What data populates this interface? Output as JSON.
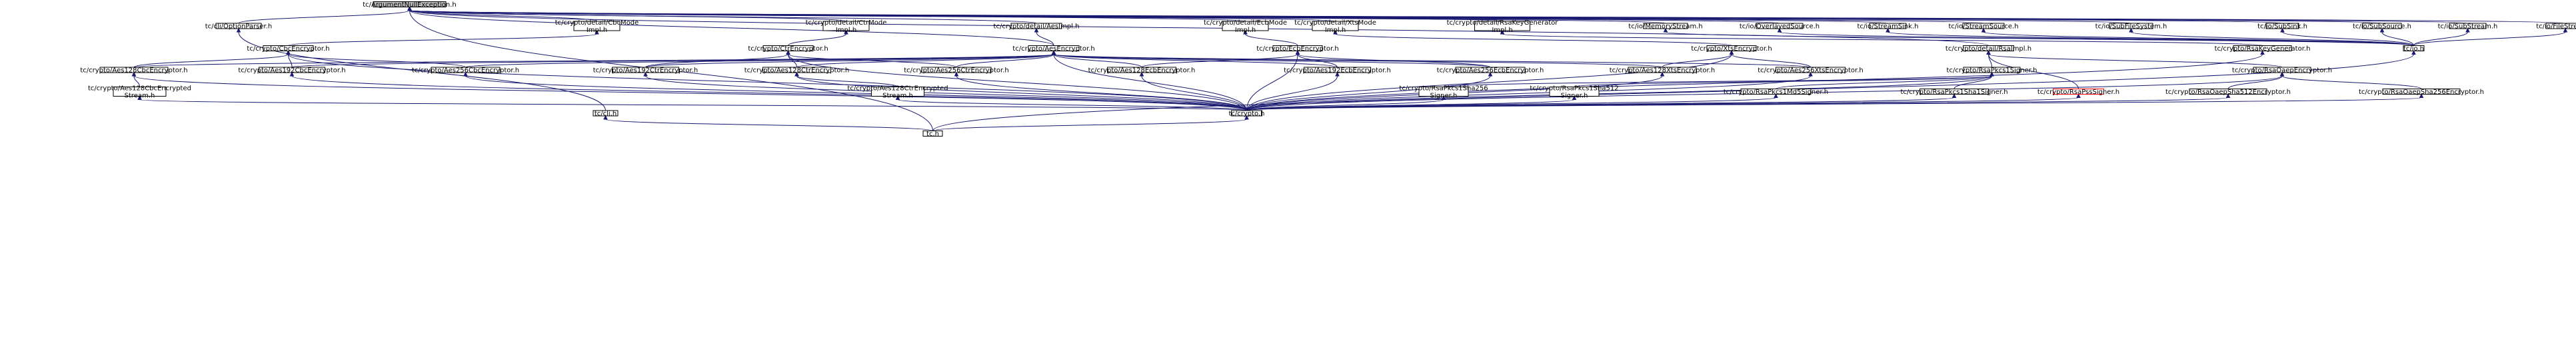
{
  "title": "tc/ArgumentNullException.h",
  "nodes": [
    {
      "id": "root",
      "lines": [
        "tc/ArgumentNullException.h"
      ],
      "root": true
    },
    {
      "id": "optionparser",
      "lines": [
        "tc/cli/OptionParser.h"
      ]
    },
    {
      "id": "cbcmode",
      "lines": [
        "tc/crypto/detail/CbcMode",
        "Impl.h"
      ]
    },
    {
      "id": "ctrmode",
      "lines": [
        "tc/crypto/detail/CtrMode",
        "Impl.h"
      ]
    },
    {
      "id": "aesimpl",
      "lines": [
        "tc/crypto/detail/AesImpl.h"
      ]
    },
    {
      "id": "ecbmode",
      "lines": [
        "tc/crypto/detail/EcbMode",
        "Impl.h"
      ]
    },
    {
      "id": "xtsmode",
      "lines": [
        "tc/crypto/detail/XtsMode",
        "Impl.h"
      ]
    },
    {
      "id": "rsakeygen",
      "lines": [
        "tc/crypto/detail/RsaKeyGenerator",
        "Impl.h"
      ]
    },
    {
      "id": "memstream",
      "lines": [
        "tc/io/MemoryStream.h"
      ]
    },
    {
      "id": "overlayed",
      "lines": [
        "tc/io/OverlayedSource.h"
      ]
    },
    {
      "id": "streamsink",
      "lines": [
        "tc/io/StreamSink.h"
      ]
    },
    {
      "id": "streamsource",
      "lines": [
        "tc/io/StreamSource.h"
      ]
    },
    {
      "id": "subfilesys",
      "lines": [
        "tc/io/SubFileSystem.h"
      ]
    },
    {
      "id": "subsink",
      "lines": [
        "tc/io/SubSink.h"
      ]
    },
    {
      "id": "subsource",
      "lines": [
        "tc/io/SubSource.h"
      ]
    },
    {
      "id": "substream",
      "lines": [
        "tc/io/SubStream.h"
      ]
    },
    {
      "id": "filestream",
      "lines": [
        "tc/io/FileStream.h"
      ]
    },
    {
      "id": "cbcenc",
      "lines": [
        "tc/crypto/CbcEncryptor.h"
      ]
    },
    {
      "id": "ctrenc",
      "lines": [
        "tc/crypto/CtrEncryptor.h"
      ]
    },
    {
      "id": "aesenc",
      "lines": [
        "tc/crypto/AesEncryptor.h"
      ]
    },
    {
      "id": "ecbenc",
      "lines": [
        "tc/crypto/EcbEncryptor.h"
      ]
    },
    {
      "id": "xtsenc",
      "lines": [
        "tc/crypto/XtsEncryptor.h"
      ]
    },
    {
      "id": "rsaimpl",
      "lines": [
        "tc/crypto/detail/RsaImpl.h"
      ]
    },
    {
      "id": "rsakeygenh",
      "lines": [
        "tc/crypto/RsaKeyGenerator.h"
      ]
    },
    {
      "id": "ioh",
      "lines": [
        "tc/io.h"
      ]
    },
    {
      "id": "aes128cbc",
      "lines": [
        "tc/crypto/Aes128CbcEncryptor.h"
      ]
    },
    {
      "id": "aes192cbc",
      "lines": [
        "tc/crypto/Aes192CbcEncryptor.h"
      ]
    },
    {
      "id": "aes256cbc",
      "lines": [
        "tc/crypto/Aes256CbcEncryptor.h"
      ]
    },
    {
      "id": "aes192ctr",
      "lines": [
        "tc/crypto/Aes192CtrEncryptor.h"
      ]
    },
    {
      "id": "aes128ctr",
      "lines": [
        "tc/crypto/Aes128CtrEncryptor.h"
      ]
    },
    {
      "id": "aes256ctr",
      "lines": [
        "tc/crypto/Aes256CtrEncryptor.h"
      ]
    },
    {
      "id": "aes128ecb",
      "lines": [
        "tc/crypto/Aes128EcbEncryptor.h"
      ]
    },
    {
      "id": "aes192ecb",
      "lines": [
        "tc/crypto/Aes192EcbEncryptor.h"
      ]
    },
    {
      "id": "aes256ecb",
      "lines": [
        "tc/crypto/Aes256EcbEncryptor.h"
      ]
    },
    {
      "id": "aes128xts",
      "lines": [
        "tc/crypto/Aes128XtsEncryptor.h"
      ]
    },
    {
      "id": "aes256xts",
      "lines": [
        "tc/crypto/Aes256XtsEncryptor.h"
      ]
    },
    {
      "id": "rsapkcs1",
      "lines": [
        "tc/crypto/RsaPkcs1Signer.h"
      ]
    },
    {
      "id": "rsaoaep",
      "lines": [
        "tc/crypto/RsaOaepEncryptor.h"
      ]
    },
    {
      "id": "aes128cbcstream",
      "lines": [
        "tc/crypto/Aes128CbcEncrypted",
        "Stream.h"
      ]
    },
    {
      "id": "aes128ctrstream",
      "lines": [
        "tc/crypto/Aes128CtrEncrypted",
        "Stream.h"
      ]
    },
    {
      "id": "pkcs1sha256",
      "lines": [
        "tc/crypto/RsaPkcs1Sha256",
        "Signer.h"
      ]
    },
    {
      "id": "pkcs1sha512",
      "lines": [
        "tc/crypto/RsaPkcs1Sha512",
        "Signer.h"
      ]
    },
    {
      "id": "pkcs1md5",
      "lines": [
        "tc/crypto/RsaPkcs1Md5Signer.h"
      ]
    },
    {
      "id": "pkcs1sha1",
      "lines": [
        "tc/crypto/RsaPkcs1Sha1Signer.h"
      ]
    },
    {
      "id": "psssigner",
      "lines": [
        "tc/crypto/RsaPssSigner.h"
      ],
      "missing": true
    },
    {
      "id": "oaep512",
      "lines": [
        "tc/crypto/RsaOaepSha512Encryptor.h"
      ]
    },
    {
      "id": "oaep256",
      "lines": [
        "tc/crypto/RsaOaepSha256Encryptor.h"
      ]
    },
    {
      "id": "clih",
      "lines": [
        "tc/cli.h"
      ]
    },
    {
      "id": "cryptoh",
      "lines": [
        "tc/crypto.h"
      ]
    },
    {
      "id": "tch",
      "lines": [
        "tc.h"
      ]
    }
  ],
  "edges": [
    [
      "optionparser",
      "root"
    ],
    [
      "cbcmode",
      "root"
    ],
    [
      "ctrmode",
      "root"
    ],
    [
      "aesimpl",
      "root"
    ],
    [
      "ecbmode",
      "root"
    ],
    [
      "xtsmode",
      "root"
    ],
    [
      "rsakeygen",
      "root"
    ],
    [
      "memstream",
      "root"
    ],
    [
      "overlayed",
      "root"
    ],
    [
      "streamsink",
      "root"
    ],
    [
      "streamsource",
      "root"
    ],
    [
      "subfilesys",
      "root"
    ],
    [
      "subsink",
      "root"
    ],
    [
      "subsource",
      "root"
    ],
    [
      "substream",
      "root"
    ],
    [
      "filestream",
      "root"
    ],
    [
      "aesenc",
      "root"
    ],
    [
      "rsaimpl",
      "root"
    ],
    [
      "tch",
      "root"
    ],
    [
      "clih",
      "optionparser"
    ],
    [
      "cbcenc",
      "cbcmode"
    ],
    [
      "ctrenc",
      "ctrmode"
    ],
    [
      "aesenc",
      "aesimpl"
    ],
    [
      "ecbenc",
      "ecbmode"
    ],
    [
      "xtsenc",
      "xtsmode"
    ],
    [
      "rsakeygenh",
      "rsakeygen"
    ],
    [
      "ioh",
      "memstream"
    ],
    [
      "ioh",
      "overlayed"
    ],
    [
      "ioh",
      "streamsink"
    ],
    [
      "ioh",
      "streamsource"
    ],
    [
      "ioh",
      "subfilesys"
    ],
    [
      "ioh",
      "subsink"
    ],
    [
      "ioh",
      "subsource"
    ],
    [
      "ioh",
      "substream"
    ],
    [
      "ioh",
      "filestream"
    ],
    [
      "aes128cbc",
      "cbcenc"
    ],
    [
      "aes192cbc",
      "cbcenc"
    ],
    [
      "aes256cbc",
      "cbcenc"
    ],
    [
      "cryptoh",
      "cbcenc"
    ],
    [
      "aes192ctr",
      "ctrenc"
    ],
    [
      "aes128ctr",
      "ctrenc"
    ],
    [
      "aes256ctr",
      "ctrenc"
    ],
    [
      "cryptoh",
      "ctrenc"
    ],
    [
      "aes128cbc",
      "aesenc"
    ],
    [
      "aes192cbc",
      "aesenc"
    ],
    [
      "aes256cbc",
      "aesenc"
    ],
    [
      "aes192ctr",
      "aesenc"
    ],
    [
      "aes128ctr",
      "aesenc"
    ],
    [
      "aes256ctr",
      "aesenc"
    ],
    [
      "aes128ecb",
      "aesenc"
    ],
    [
      "aes192ecb",
      "aesenc"
    ],
    [
      "aes256ecb",
      "aesenc"
    ],
    [
      "aes128xts",
      "aesenc"
    ],
    [
      "aes256xts",
      "aesenc"
    ],
    [
      "cryptoh",
      "aesenc"
    ],
    [
      "aes128ecb",
      "ecbenc"
    ],
    [
      "aes192ecb",
      "ecbenc"
    ],
    [
      "aes256ecb",
      "ecbenc"
    ],
    [
      "cryptoh",
      "ecbenc"
    ],
    [
      "aes128xts",
      "xtsenc"
    ],
    [
      "aes256xts",
      "xtsenc"
    ],
    [
      "cryptoh",
      "xtsenc"
    ],
    [
      "rsapkcs1",
      "rsaimpl"
    ],
    [
      "psssigner",
      "rsaimpl"
    ],
    [
      "rsaoaep",
      "rsaimpl"
    ],
    [
      "cryptoh",
      "rsakeygenh"
    ],
    [
      "tch",
      "ioh"
    ],
    [
      "aes128cbcstream",
      "aes128cbc"
    ],
    [
      "cryptoh",
      "aes128cbc"
    ],
    [
      "cryptoh",
      "aes192cbc"
    ],
    [
      "cryptoh",
      "aes256cbc"
    ],
    [
      "cryptoh",
      "aes192ctr"
    ],
    [
      "aes128ctrstream",
      "aes128ctr"
    ],
    [
      "cryptoh",
      "aes128ctr"
    ],
    [
      "cryptoh",
      "aes256ctr"
    ],
    [
      "cryptoh",
      "aes128ecb"
    ],
    [
      "cryptoh",
      "aes192ecb"
    ],
    [
      "cryptoh",
      "aes256ecb"
    ],
    [
      "cryptoh",
      "aes128xts"
    ],
    [
      "cryptoh",
      "aes256xts"
    ],
    [
      "pkcs1sha256",
      "rsapkcs1"
    ],
    [
      "pkcs1sha512",
      "rsapkcs1"
    ],
    [
      "pkcs1md5",
      "rsapkcs1"
    ],
    [
      "pkcs1sha1",
      "rsapkcs1"
    ],
    [
      "cryptoh",
      "rsapkcs1"
    ],
    [
      "oaep512",
      "rsaoaep"
    ],
    [
      "oaep256",
      "rsaoaep"
    ],
    [
      "cryptoh",
      "rsaoaep"
    ],
    [
      "cryptoh",
      "aes128cbcstream"
    ],
    [
      "cryptoh",
      "aes128ctrstream"
    ],
    [
      "cryptoh",
      "pkcs1sha256"
    ],
    [
      "cryptoh",
      "pkcs1sha512"
    ],
    [
      "cryptoh",
      "pkcs1md5"
    ],
    [
      "cryptoh",
      "pkcs1sha1"
    ],
    [
      "cryptoh",
      "psssigner"
    ],
    [
      "cryptoh",
      "oaep512"
    ],
    [
      "cryptoh",
      "oaep256"
    ],
    [
      "tch",
      "clih"
    ],
    [
      "tch",
      "cryptoh"
    ]
  ]
}
